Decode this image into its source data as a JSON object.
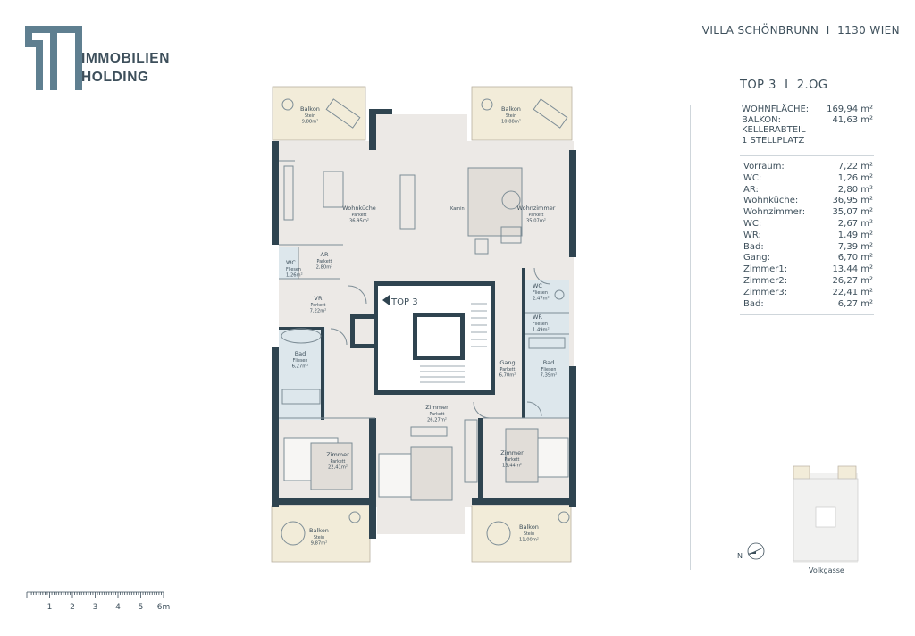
{
  "brand": {
    "line1": "IMMOBILIEN",
    "line2": "HOLDING"
  },
  "project_title": "VILLA SCHÖNBRUNN  I  1130 WIEN",
  "unit_title": "TOP 3  I  2.OG",
  "summary": [
    {
      "label": "WOHNFLÄCHE:",
      "value": "169,94 m²"
    },
    {
      "label": "BALKON:",
      "value": "41,63 m²"
    }
  ],
  "extras": [
    "KELLERABTEIL",
    "1 STELLPLATZ"
  ],
  "room_list": [
    {
      "label": "Vorraum:",
      "value": "7,22 m²"
    },
    {
      "label": "WC:",
      "value": "1,26 m²"
    },
    {
      "label": "AR:",
      "value": "2,80 m²"
    },
    {
      "label": "Wohnküche:",
      "value": "36,95 m²"
    },
    {
      "label": "Wohnzimmer:",
      "value": "35,07 m²"
    },
    {
      "label": "WC:",
      "value": "2,67 m²"
    },
    {
      "label": "WR:",
      "value": "1,49 m²"
    },
    {
      "label": "Bad:",
      "value": "7,39 m²"
    },
    {
      "label": "Gang:",
      "value": "6,70 m²"
    },
    {
      "label": "Zimmer1:",
      "value": "13,44 m²"
    },
    {
      "label": "Zimmer2:",
      "value": "26,27 m²"
    },
    {
      "label": "Zimmer3:",
      "value": "22,41 m²"
    },
    {
      "label": "Bad:",
      "value": "6,27 m²"
    }
  ],
  "plan": {
    "top_label": "TOP 3",
    "kamin": "Kamin",
    "rooms": {
      "balkon_nw": {
        "name": "Balkon",
        "floor": "Stein",
        "area": "9,88m²"
      },
      "balkon_ne": {
        "name": "Balkon",
        "floor": "Stein",
        "area": "10,88m²"
      },
      "wohnkueche": {
        "name": "Wohnküche",
        "floor": "Parkett",
        "area": "36,95m²"
      },
      "wohnzimmer": {
        "name": "Wohnzimmer",
        "floor": "Parkett",
        "area": "35,07m²"
      },
      "wc1": {
        "name": "WC",
        "floor": "Fliesen",
        "area": "1,26m²"
      },
      "ar": {
        "name": "AR",
        "floor": "Parkett",
        "area": "2,80m²"
      },
      "vr": {
        "name": "VR",
        "floor": "Parkett",
        "area": "7,22m²"
      },
      "wc2": {
        "name": "WC",
        "floor": "Fliesen",
        "area": "2,47m²"
      },
      "wr": {
        "name": "WR",
        "floor": "Fliesen",
        "area": "1,49m²"
      },
      "bad_w": {
        "name": "Bad",
        "floor": "Fliesen",
        "area": "6,27m²"
      },
      "gang": {
        "name": "Gang",
        "floor": "Parkett",
        "area": "6,70m²"
      },
      "bad_e": {
        "name": "Bad",
        "floor": "Fliesen",
        "area": "7,39m²"
      },
      "zimmer_c": {
        "name": "Zimmer",
        "floor": "Parkett",
        "area": "26,27m²"
      },
      "zimmer_w": {
        "name": "Zimmer",
        "floor": "Parkett",
        "area": "22,41m²"
      },
      "zimmer_e": {
        "name": "Zimmer",
        "floor": "Parkett",
        "area": "13,44m²"
      },
      "balkon_sw": {
        "name": "Balkon",
        "floor": "Stein",
        "area": "9,87m²"
      },
      "balkon_se": {
        "name": "Balkon",
        "floor": "Stein",
        "area": "11,00m²"
      }
    }
  },
  "north_label": "N",
  "street": "Volkgasse",
  "scale_labels": [
    "1",
    "2",
    "3",
    "4",
    "5",
    "6m"
  ],
  "colors": {
    "wall": "#2f4450",
    "floor": "#ece9e6",
    "balcony": "#f2ecd9",
    "wet": "#dde7ec",
    "brand": "#5f7f90"
  }
}
